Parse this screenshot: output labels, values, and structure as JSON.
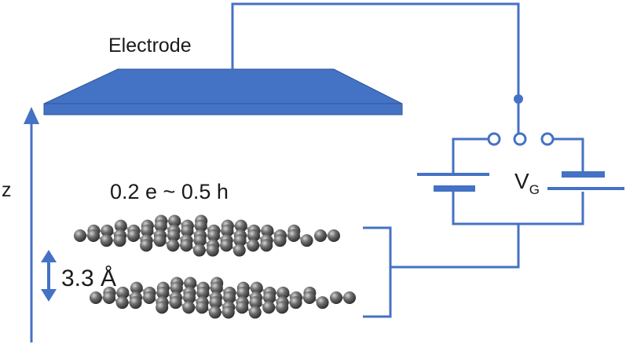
{
  "labels": {
    "electrode": "Electrode",
    "charge_range": "0.2 e ~ 0.5 h",
    "interlayer_distance": "3.3 Å",
    "z_axis": "z",
    "gate_voltage": "V",
    "gate_voltage_subscript": "G"
  },
  "colors": {
    "wire": "#4472c4",
    "electrode_fill": "#4472c4",
    "atom": "#5a5a5a",
    "bond": "#8c8c8c",
    "text": "#1a1a1a"
  }
}
